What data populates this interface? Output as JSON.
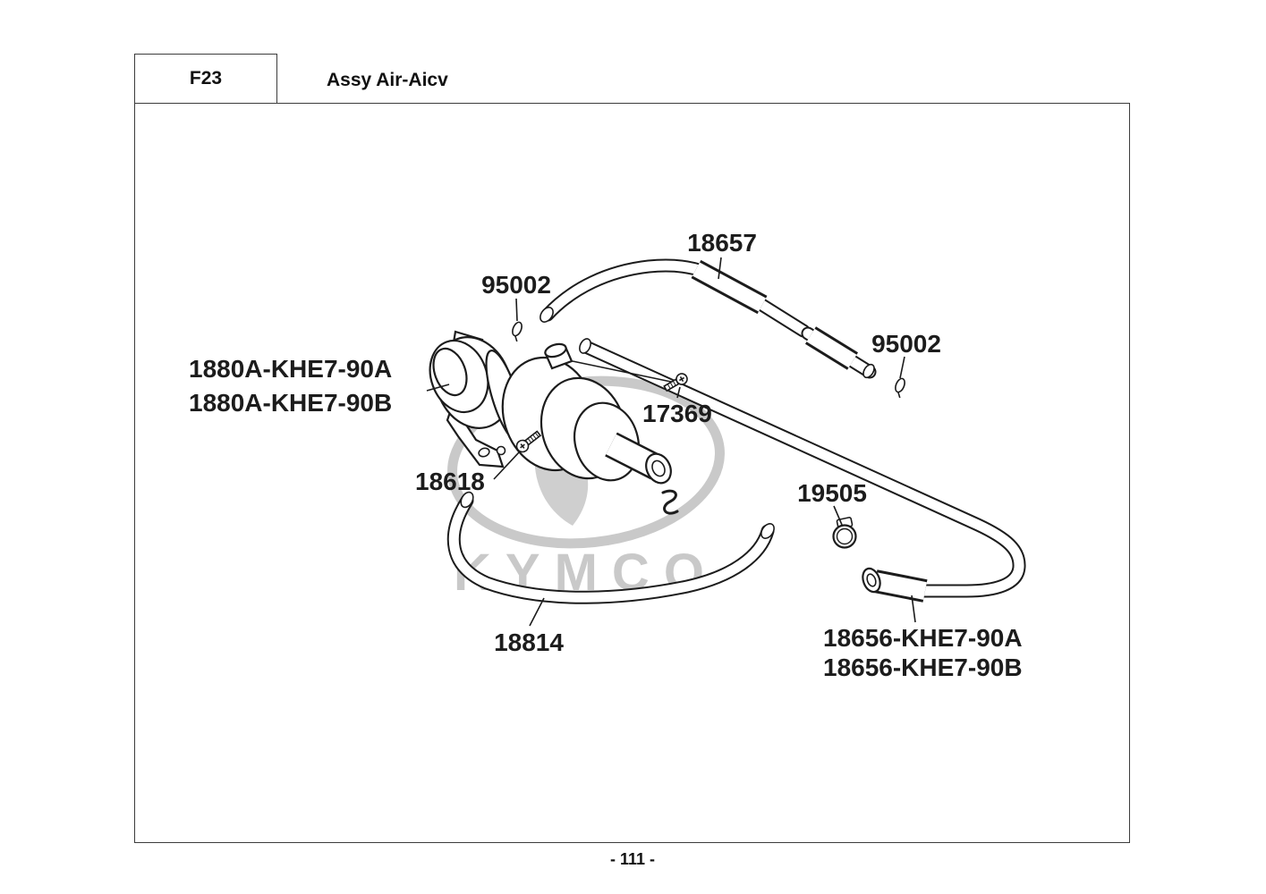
{
  "header": {
    "code": "F23",
    "title": "Assy Air-Aicv"
  },
  "footer": {
    "page_number": "- 111 -"
  },
  "watermark": {
    "brand": "KYMCO"
  },
  "labels": {
    "hose_18657": "18657",
    "clip_95002_left": "95002",
    "clip_95002_right": "95002",
    "valve_1880a_line1": "1880A-KHE7-90A",
    "valve_1880a_line2": "1880A-KHE7-90B",
    "screw_17369": "17369",
    "screw_18618": "18618",
    "clamp_19505": "19505",
    "hose_18814": "18814",
    "hose_18656_line1": "18656-KHE7-90A",
    "hose_18656_line2": "18656-KHE7-90B"
  },
  "colors": {
    "line_art": "#1c1c1c",
    "watermark": "#c9c9c9",
    "frame_border": "#3c3c3c"
  }
}
